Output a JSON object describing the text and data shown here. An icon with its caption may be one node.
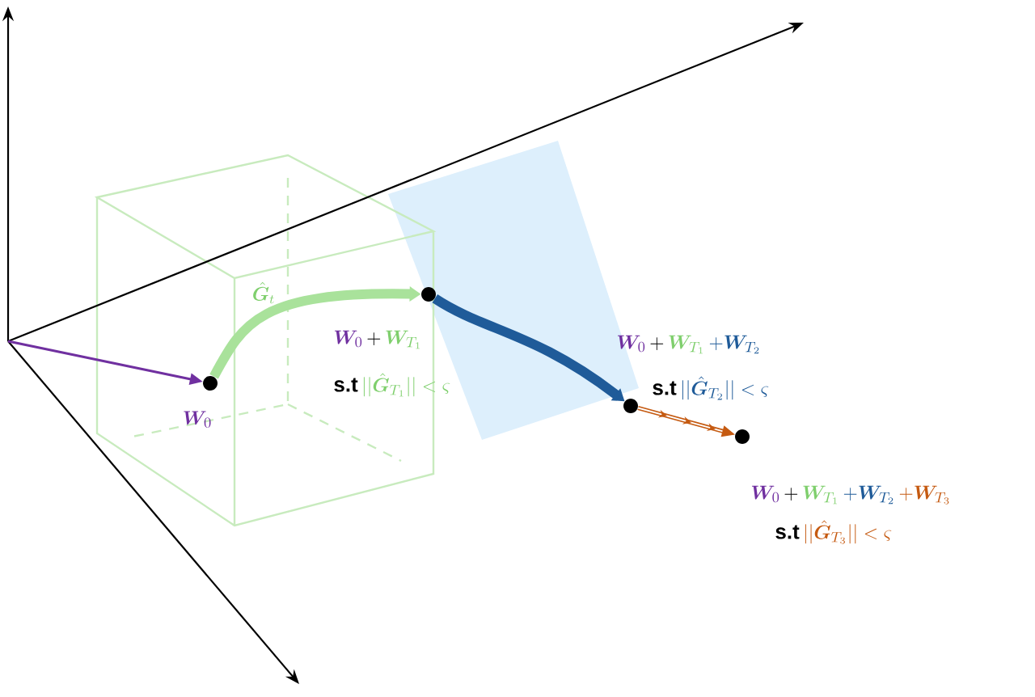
{
  "diagram": {
    "nodes": [
      {
        "text": [],
        "shape": "circle",
        "beside": [
          "\\boldsymbol{W}_0"
        ]
      },
      {
        "text": [],
        "shape": "circle",
        "beside": [
          "\\boldsymbol{W}_0",
          "+",
          "\\boldsymbol{W}_{T_1}",
          "\\textbf{s.t}",
          "||\\hat{\\boldsymbol{G}}_{T_1}|| < \\varsigma"
        ]
      },
      {
        "text": [],
        "shape": "circle",
        "beside": [
          "\\boldsymbol{W}_0",
          "+",
          "\\boldsymbol{W}_{T_1}",
          "+\\boldsymbol{W}_{T_2}",
          "\\textbf{s.t}",
          "||\\hat{\\boldsymbol{G}}_{T_2}|| < \\varsigma"
        ]
      },
      {
        "text": [],
        "shape": "circle",
        "beside": [
          "\\boldsymbol{W}_0",
          "+",
          "\\boldsymbol{W}_{T_1}",
          "+\\boldsymbol{W}_{T_2}",
          "+\\boldsymbol{W}_{T_3}",
          "\\textbf{s.t}",
          "||\\hat{\\boldsymbol{G}}_{T_3}|| < \\varsigma"
        ]
      }
    ],
    "edges": [
      {
        "from": null,
        "to": 0,
        "arrow": "to",
        "color": "#7030a0"
      },
      {
        "from": 0,
        "to": 1,
        "arrow": "to",
        "style": "thick",
        "color": "#a9e29b"
      },
      {
        "from": 1,
        "to": 2,
        "arrow": "to",
        "style": "thick",
        "color": "#1f5b99"
      },
      {
        "from": 2,
        "to": 3,
        "arrow": "to",
        "color": "#c55a11"
      }
    ],
    "labels": [
      "\\hat{\\boldsymbol{G}}_t"
    ]
  }
}
